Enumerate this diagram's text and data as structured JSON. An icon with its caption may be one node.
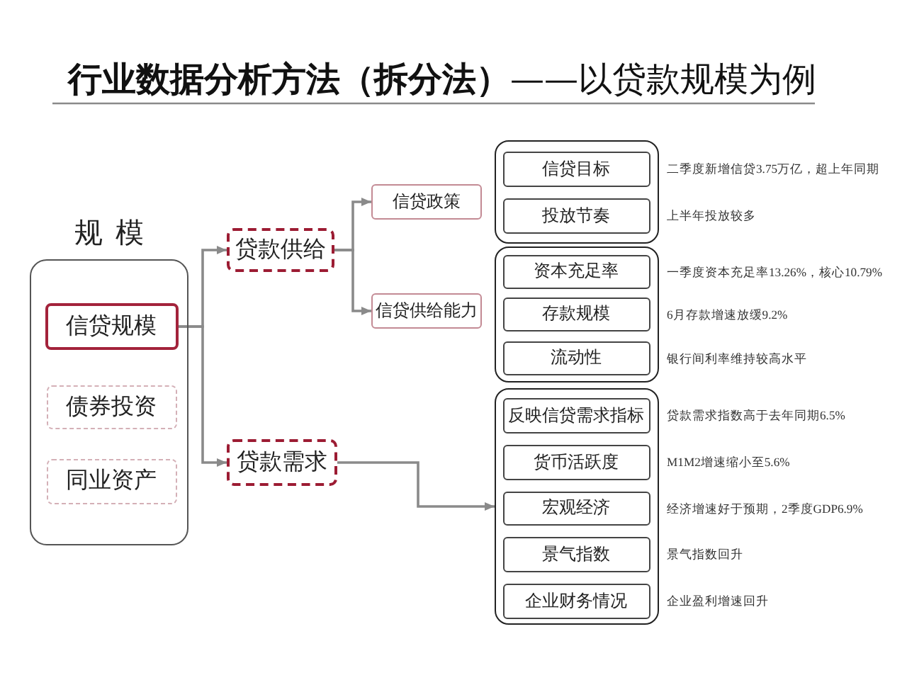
{
  "diagram": {
    "title": "**行业数据分析方法（拆分法）**——以贷款规模为例",
    "nodes": [
      {
        "text": [
          "规模"
        ]
      },
      {
        "text": [
          "信贷规模"
        ],
        "in": 0
      },
      {
        "text": [
          "债券投资"
        ],
        "in": 0
      },
      {
        "text": [
          "同业资产"
        ],
        "in": 0
      },
      {
        "text": [
          "贷款供给"
        ]
      },
      {
        "text": [
          "贷款需求"
        ]
      },
      {
        "text": [
          "信贷政策"
        ]
      },
      {
        "text": [
          "信贷供给能力"
        ]
      },
      {
        "text": [],
        "shape": "box"
      },
      {
        "text": [
          "信贷目标"
        ],
        "in": 8,
        "beside": [
          "二季度新增信贷3.75万亿，超上年同期"
        ]
      },
      {
        "text": [
          "投放节奏"
        ],
        "in": 8,
        "beside": [
          "上半年投放较多"
        ]
      },
      {
        "text": [],
        "shape": "box"
      },
      {
        "text": [
          "资本充足率"
        ],
        "in": 11,
        "beside": [
          "一季度资本充足率13.26%，核心10.79%"
        ]
      },
      {
        "text": [
          "存款规模"
        ],
        "in": 11,
        "beside": [
          "6月存款增速放缓9.2%"
        ]
      },
      {
        "text": [
          "流动性"
        ],
        "in": 11,
        "beside": [
          "银行间利率维持较高水平"
        ]
      },
      {
        "text": [],
        "shape": "box"
      },
      {
        "text": [
          "反映信贷需求指标"
        ],
        "in": 15,
        "beside": [
          "贷款需求指数高于去年同期6.5%"
        ]
      },
      {
        "text": [
          "货币活跃度"
        ],
        "in": 15,
        "beside": [
          "M1M2增速缩小至5.6%"
        ]
      },
      {
        "text": [
          "宏观经济"
        ],
        "in": 15,
        "beside": [
          "经济增速好于预期，2季度GDP6.9%"
        ]
      },
      {
        "text": [
          "景气指数"
        ],
        "in": 15,
        "beside": [
          "景气指数回升"
        ]
      },
      {
        "text": [
          "企业财务情况"
        ],
        "in": 15,
        "beside": [
          "企业盈利增速回升"
        ]
      }
    ],
    "edges": [
      {
        "from": 1,
        "to": 4,
        "arrow": "to"
      },
      {
        "from": 1,
        "to": 5,
        "arrow": "to"
      },
      {
        "from": 4,
        "to": 6,
        "arrow": "to"
      },
      {
        "from": 4,
        "to": 7,
        "arrow": "to"
      },
      {
        "from": 5,
        "to": 15,
        "arrow": "to"
      }
    ]
  }
}
